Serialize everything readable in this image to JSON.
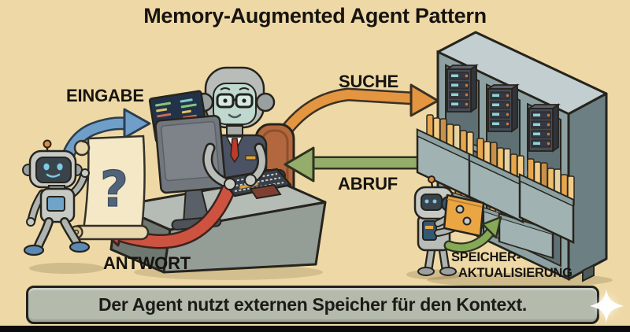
{
  "title": "Memory-Augmented Agent Pattern",
  "banner": {
    "text": "Der Agent nutzt externen Speicher für den Kontext."
  },
  "scroll": {
    "question_mark": "?"
  },
  "arrows": {
    "input": {
      "label": "EINGABE",
      "color": "#6f9fc9"
    },
    "search": {
      "label": "SUCHE",
      "color": "#e3953f"
    },
    "retrieval": {
      "label": "ABRUF",
      "color": "#94ad6b"
    },
    "answer": {
      "label": "ANTWORT",
      "color": "#cd5340"
    },
    "memory_update": {
      "label_line1": "SPEICHER-",
      "label_line2": "AKTUALISIERUNG",
      "color": "#85a957"
    }
  },
  "scene": {
    "background_color": "#eed9a6",
    "banner_fill": "#b4bbad",
    "banner_border": "#21211c",
    "label_color": "#171410",
    "cabinet_color": "#8da0a2",
    "folder_color": "#e8a64c",
    "server_body_color": "#474b55",
    "server_light_color": "#8fd4d2",
    "desk_color": "#b5bcb6",
    "chair_color": "#b2673e",
    "robot_color": "#c6c9c4",
    "sparkle_icon": "four-point-star"
  }
}
